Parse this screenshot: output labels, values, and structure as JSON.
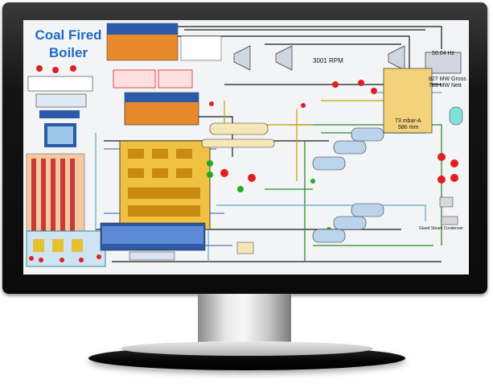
{
  "title_line1": "Coal Fired",
  "title_line2": "Boiler",
  "labels": {
    "rpm": "3001 RPM",
    "frequency": "50.04 Hz",
    "gross": "827 MW Gross",
    "nett": "783 MW Nett",
    "pressure": "73 mbar-A",
    "level": "586 mm",
    "main_title_right": "Gland Steam Condenser"
  },
  "colors": {
    "steam_pipe": "#1a1a1a",
    "water_pipe": "#2e8b2e",
    "feed_pipe": "#5fa7c9",
    "hot_pipe": "#c8a000",
    "boiler_orange": "#e8892b",
    "furnace_yellow": "#f0c040",
    "panel_blue": "#2d5aa8",
    "alarm_red": "#e02020",
    "tank_tan": "#e6c97a"
  }
}
